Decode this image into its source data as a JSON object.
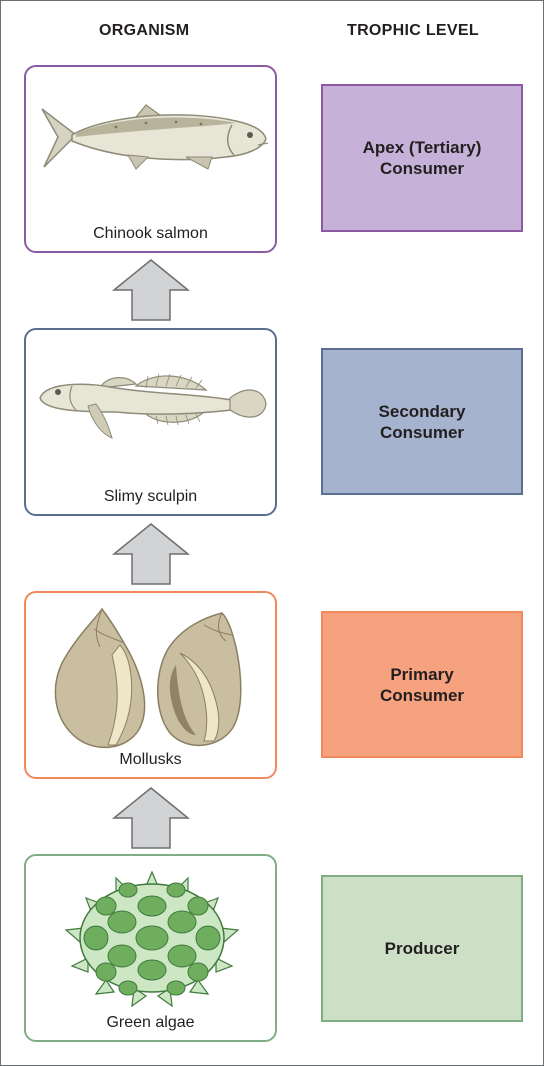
{
  "headers": {
    "organism": "ORGANISM",
    "trophic_level": "TROPHIC LEVEL"
  },
  "levels": [
    {
      "organism": "Chinook salmon",
      "trophic_level": "Apex (Tertiary)\nConsumer",
      "box_color": "#8b5aa3",
      "fill_color": "#c6b2d9",
      "organism_icon": "salmon-icon"
    },
    {
      "organism": "Slimy sculpin",
      "trophic_level": "Secondary\nConsumer",
      "box_color": "#5a6f8f",
      "fill_color": "#a6b3cf",
      "organism_icon": "sculpin-icon"
    },
    {
      "organism": "Mollusks",
      "trophic_level": "Primary\nConsumer",
      "box_color": "#f08a5d",
      "fill_color": "#f7a27f",
      "organism_icon": "snail-shell-icon"
    },
    {
      "organism": "Green algae",
      "trophic_level": "Producer",
      "box_color": "#7fae82",
      "fill_color": "#cde0c6",
      "organism_icon": "algae-icon"
    }
  ],
  "arrow_color": "#d1d3d5"
}
